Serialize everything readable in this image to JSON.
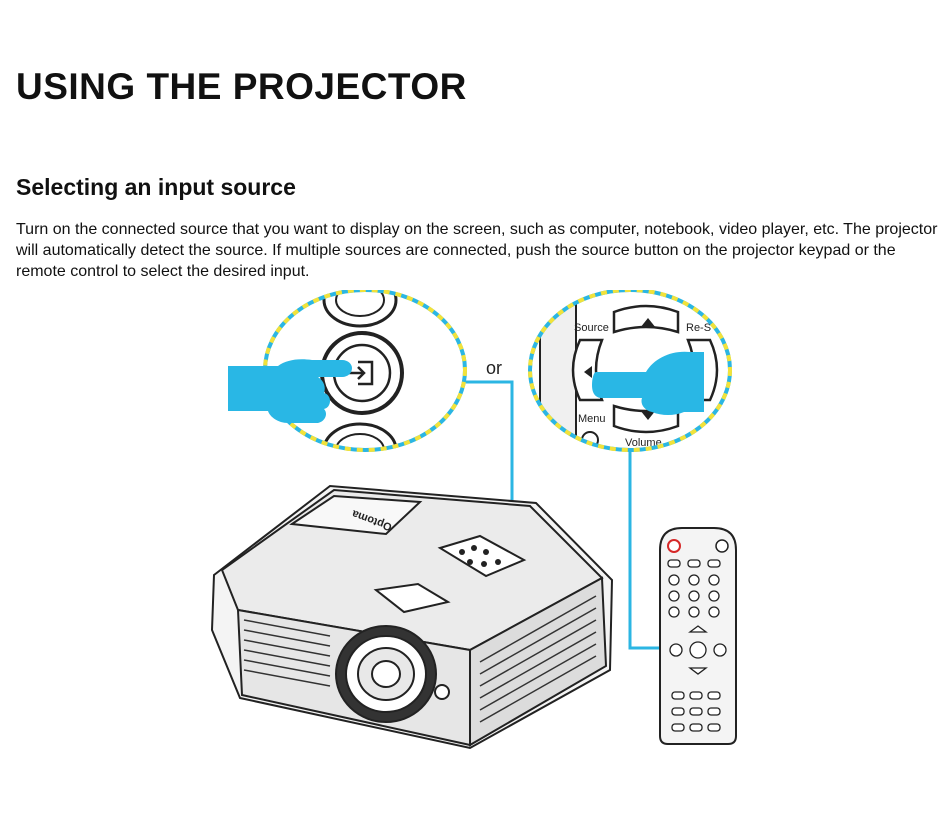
{
  "page": {
    "title": "USING THE PROJECTOR",
    "section_heading": "Selecting an input source",
    "paragraph": "Turn on the connected source that you want to display on the screen, such as computer, notebook, video player, etc. The projector will automatically detect the source. If multiple sources are connected, push the source button on the projector keypad or the remote control to select the desired input."
  },
  "figure": {
    "or_label": "or",
    "remote_closeup": {
      "source_label": "Source",
      "resync_label": "Re-S",
      "menu_label": "Menu",
      "volume_label": "Volume"
    },
    "logo_text": "Optoma",
    "colors": {
      "callout": "#2bb6e3",
      "callout_ring": "#f2e23a",
      "outline": "#222222",
      "hand": "#29b7e5"
    }
  }
}
